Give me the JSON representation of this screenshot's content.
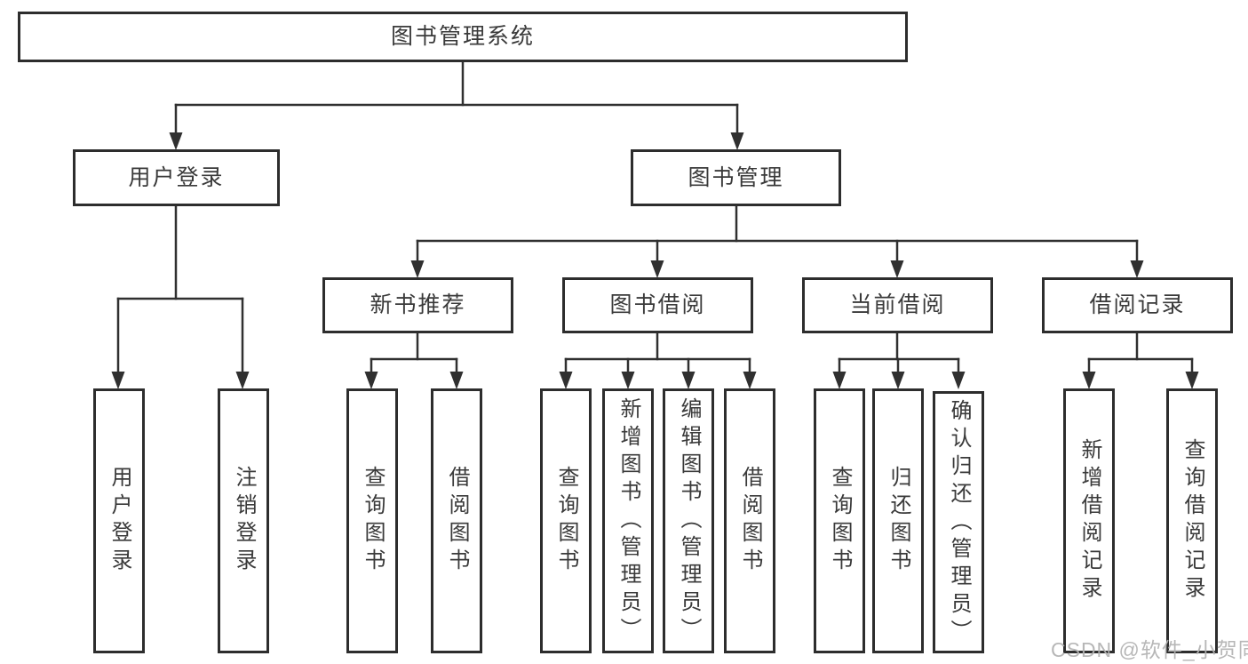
{
  "diagram": {
    "title": "图书管理系统",
    "branches": [
      {
        "label": "用户登录",
        "children": [
          {
            "label": "用户登录"
          },
          {
            "label": "注销登录"
          }
        ]
      },
      {
        "label": "图书管理",
        "children": [
          {
            "label": "新书推荐",
            "children": [
              {
                "label": "查询图书"
              },
              {
                "label": "借阅图书"
              }
            ]
          },
          {
            "label": "图书借阅",
            "children": [
              {
                "label": "查询图书"
              },
              {
                "label": "新增图书（管理员）"
              },
              {
                "label": "编辑图书（管理员）"
              },
              {
                "label": "借阅图书"
              }
            ]
          },
          {
            "label": "当前借阅",
            "children": [
              {
                "label": "查询图书"
              },
              {
                "label": "归还图书"
              },
              {
                "label": "确认归还（管理员）"
              }
            ]
          },
          {
            "label": "借阅记录",
            "children": [
              {
                "label": "新增借阅记录"
              },
              {
                "label": "查询借阅记录"
              }
            ]
          }
        ]
      }
    ]
  },
  "watermark": {
    "text": "CSDN @软件_小贺同学"
  },
  "colors": {
    "line": "#303030",
    "border": "#2d2d2d",
    "text": "#3a3a3a",
    "watermark": "#b1b1b1",
    "background": "#ffffff"
  }
}
